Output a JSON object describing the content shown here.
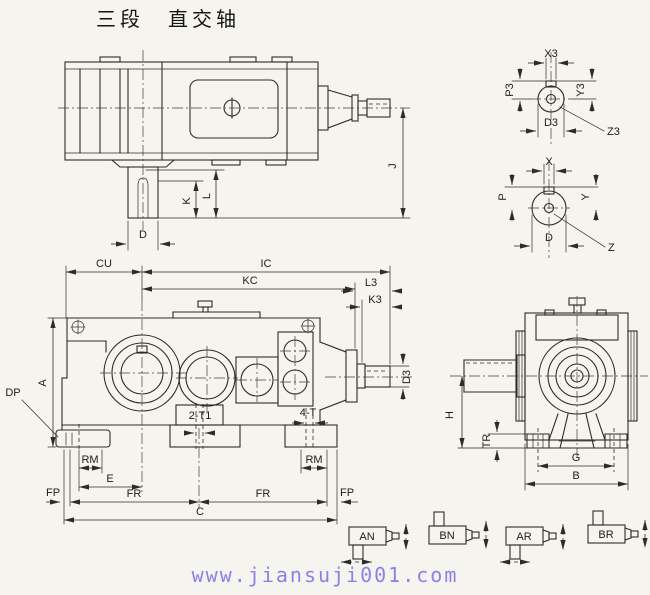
{
  "title": "三段　直交轴",
  "watermark": "www.jiansuji001.com",
  "side_view": {
    "j": "J",
    "k": "K",
    "l": "L",
    "d": "D"
  },
  "detail_z3": {
    "x3": "X3",
    "p3": "P3",
    "y3": "Y3",
    "d3": "D3",
    "z3": "Z3"
  },
  "detail_z": {
    "x": "X",
    "p": "P",
    "y": "Y",
    "d": "D",
    "z": "Z"
  },
  "front_view": {
    "cu": "CU",
    "ic": "IC",
    "kc": "KC",
    "l3": "L3",
    "k3": "K3",
    "a": "A",
    "dp": "DP",
    "d3": "D3",
    "t2": "2-T1",
    "t4": "4-T",
    "rm_left": "RM",
    "rm_right": "RM",
    "e": "E",
    "fp_left": "FP",
    "fp_right": "FP",
    "fr_left": "FR",
    "fr_right": "FR",
    "c": "C"
  },
  "end_view": {
    "h": "H",
    "tr": "TR",
    "g": "G",
    "b": "B"
  },
  "orientations": {
    "an": "AN",
    "bn": "BN",
    "ar": "AR",
    "br": "BR"
  },
  "colors": {
    "ink": "#2e2c29",
    "paper": "#f6f4ee",
    "watermark": "#8d80e8"
  }
}
